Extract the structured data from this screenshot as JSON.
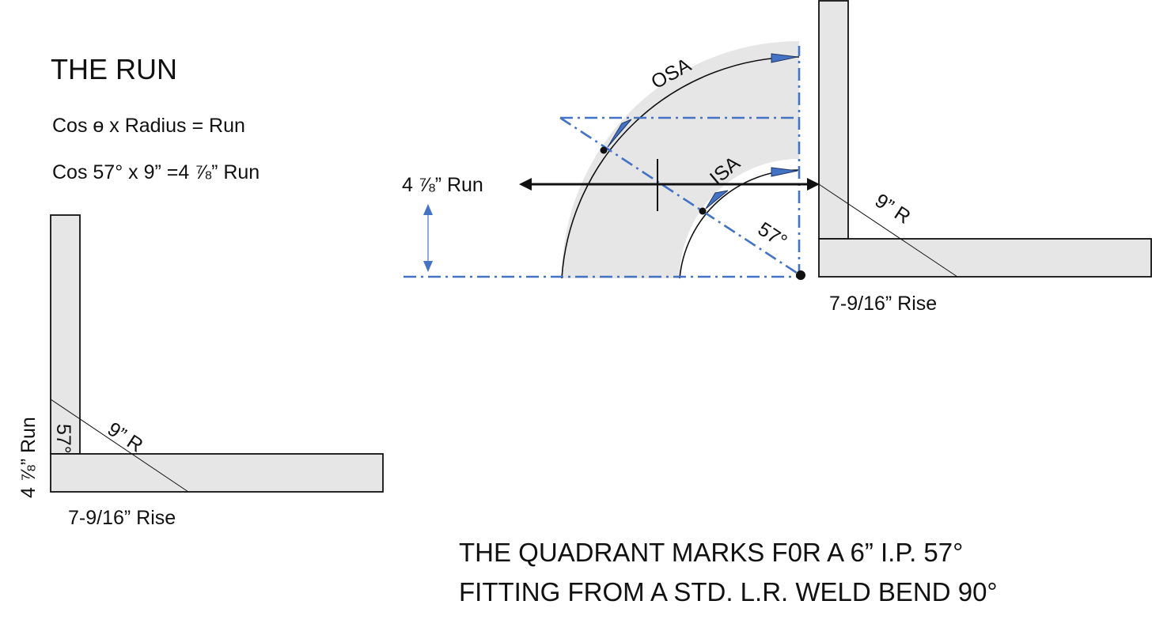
{
  "heading": "THE RUN",
  "formula_line1": "Cos ɵ x Radius = Run",
  "formula_line2": "Cos 57° x 9” =4 ⅞” Run",
  "left_diagram": {
    "run_label": "4 ⅞” Run",
    "angle_label": "57°",
    "radius_label": "9” R",
    "rise_label": "7-9/16” Rise"
  },
  "elbow_diagram": {
    "run_label": "4 ⅞” Run",
    "osa_label": "OSA",
    "isa_label": "ISA",
    "angle_label": "57°",
    "marker_icons": [
      "arrowhead-marker-icon",
      "dot-marker-icon",
      "center-point-icon"
    ]
  },
  "right_diagram": {
    "radius_label": "9” R",
    "rise_label": "7-9/16” Rise"
  },
  "footer": {
    "line1": "THE QUADRANT MARKS F0R A 6” I.P. 57°",
    "line2": "FITTING FROM A STD. L.R. WELD BEND 90°"
  },
  "colors": {
    "accent_blue": "#4472c4",
    "fill_gray": "#e6e6e6",
    "outline": "#111111"
  }
}
